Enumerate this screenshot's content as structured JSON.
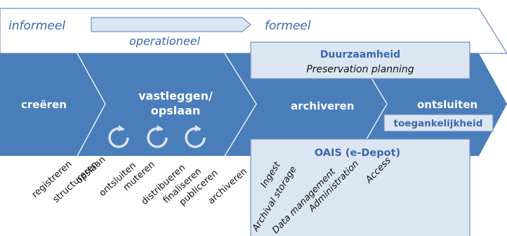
{
  "top_band": {
    "informeel": "informeel",
    "operationeel": "operationeel",
    "formeel": "formeel"
  },
  "stages": {
    "creeren": "creëren",
    "vastleggen_line1": "vastleggen/",
    "vastleggen_line2": "opslaan",
    "archiveren": "archiveren",
    "ontsluiten": "ontsluiten"
  },
  "duurzaamheid_box": {
    "title": "Duurzaamheid",
    "subtitle": "Preservation planning"
  },
  "toegankelijkheid_label": "toegankelijkheid",
  "oais_box": {
    "title": "OAIS (e-Depot)",
    "functions": [
      "Ingest",
      "Archival storage",
      "Data management",
      "Administration",
      "Access"
    ]
  },
  "activities": [
    "registreren",
    "structureren",
    "opslaan",
    "ontsluiten",
    "muteren",
    "distribueren",
    "finaliseren",
    "publiceren",
    "archiveren"
  ],
  "colors": {
    "arrow_fill": "#4a7ebb",
    "label_blue": "#3a68aa",
    "box_fill": "#dce6f2",
    "box_stroke": "#6f8fbd",
    "white": "#ffffff",
    "dark_text": "#111111"
  }
}
